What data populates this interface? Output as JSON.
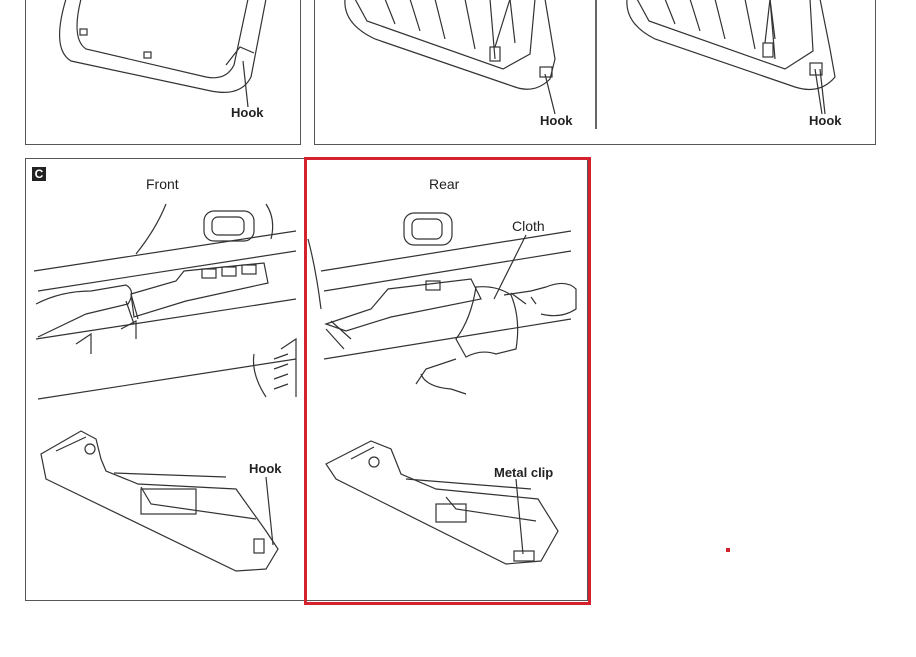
{
  "panels": {
    "top_left": {
      "hook_label": "Hook"
    },
    "top_middle": {
      "hook_label": "Hook"
    },
    "top_right": {
      "hook_label": "Hook"
    },
    "c_front": {
      "badge": "C",
      "title": "Front",
      "hook_label": "Hook"
    },
    "c_rear": {
      "title": "Rear",
      "cloth_label": "Cloth",
      "clip_label": "Metal clip"
    }
  },
  "colors": {
    "highlight": "#d3212d",
    "line": "#333333"
  }
}
